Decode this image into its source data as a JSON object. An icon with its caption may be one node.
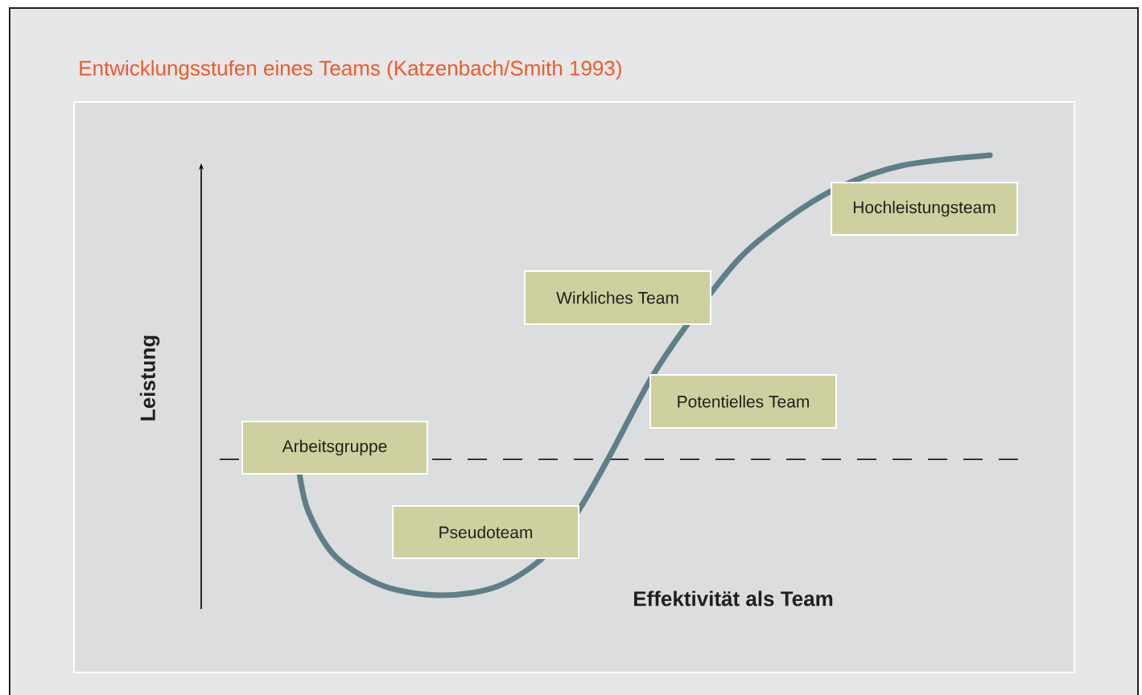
{
  "diagram": {
    "title": "Entwicklungsstufen eines Teams (Katzenbach/Smith 1993)",
    "nodes": [
      {
        "text": [
          "Arbeitsgruppe"
        ]
      },
      {
        "text": [
          "Pseudoteam"
        ]
      },
      {
        "text": [
          "Potentielles Team"
        ]
      },
      {
        "text": [
          "Wirkliches Team"
        ]
      },
      {
        "text": [
          "Hochleistungsteam"
        ]
      }
    ],
    "labels": [
      "Leistung",
      "Effektivität als Team"
    ]
  }
}
